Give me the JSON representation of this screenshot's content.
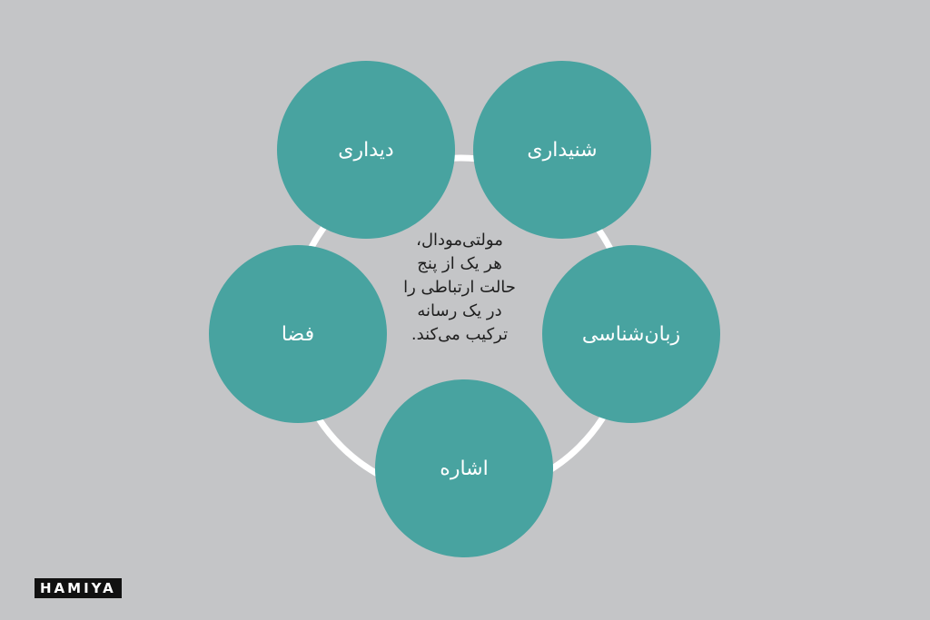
{
  "diagram": {
    "center_text": [
      "مولتی‌مودال،",
      "هر یک از پنج",
      "حالت ارتباطی را",
      "در یک رسانه",
      "ترکیب می‌کند."
    ],
    "nodes": [
      {
        "label": "دیداری"
      },
      {
        "label": "شنیداری"
      },
      {
        "label": "زبان‌شناسی"
      },
      {
        "label": "اشاره"
      },
      {
        "label": "فضا"
      }
    ]
  },
  "brand": {
    "logo_text": "HAMIYA"
  },
  "colors": {
    "background": "#c4c5c7",
    "node_fill": "#48a3a0",
    "ring_stroke": "#ffffff",
    "node_text": "#ffffff",
    "center_text": "#1f1f1f"
  }
}
